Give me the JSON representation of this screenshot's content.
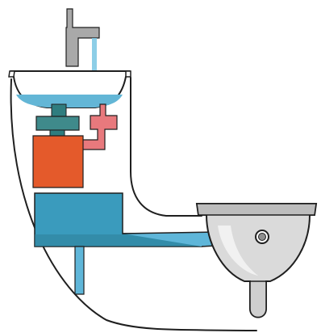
{
  "illustration": {
    "style": "watercolor-sketch",
    "parts": [
      "faucet",
      "water-stream",
      "upper-basin",
      "basin-water",
      "drain-valve",
      "pink-valve",
      "orange-tank",
      "blue-reservoir",
      "connecting-pipe",
      "bowl-fixture",
      "vertical-drain-pipe"
    ]
  },
  "palette": {
    "outline": "#1f1f1f",
    "water_blue": "#5fb6d9",
    "reservoir_blue": "#3a9bbd",
    "reservoir_dark": "#2d7f99",
    "teal_valve": "#3f8a8b",
    "pink_valve": "#e8797d",
    "orange_tank": "#e45a2b",
    "gray_metal": "#a9a9a9",
    "gray_dark": "#8f8f8f",
    "basin_gray": "#dadada"
  }
}
